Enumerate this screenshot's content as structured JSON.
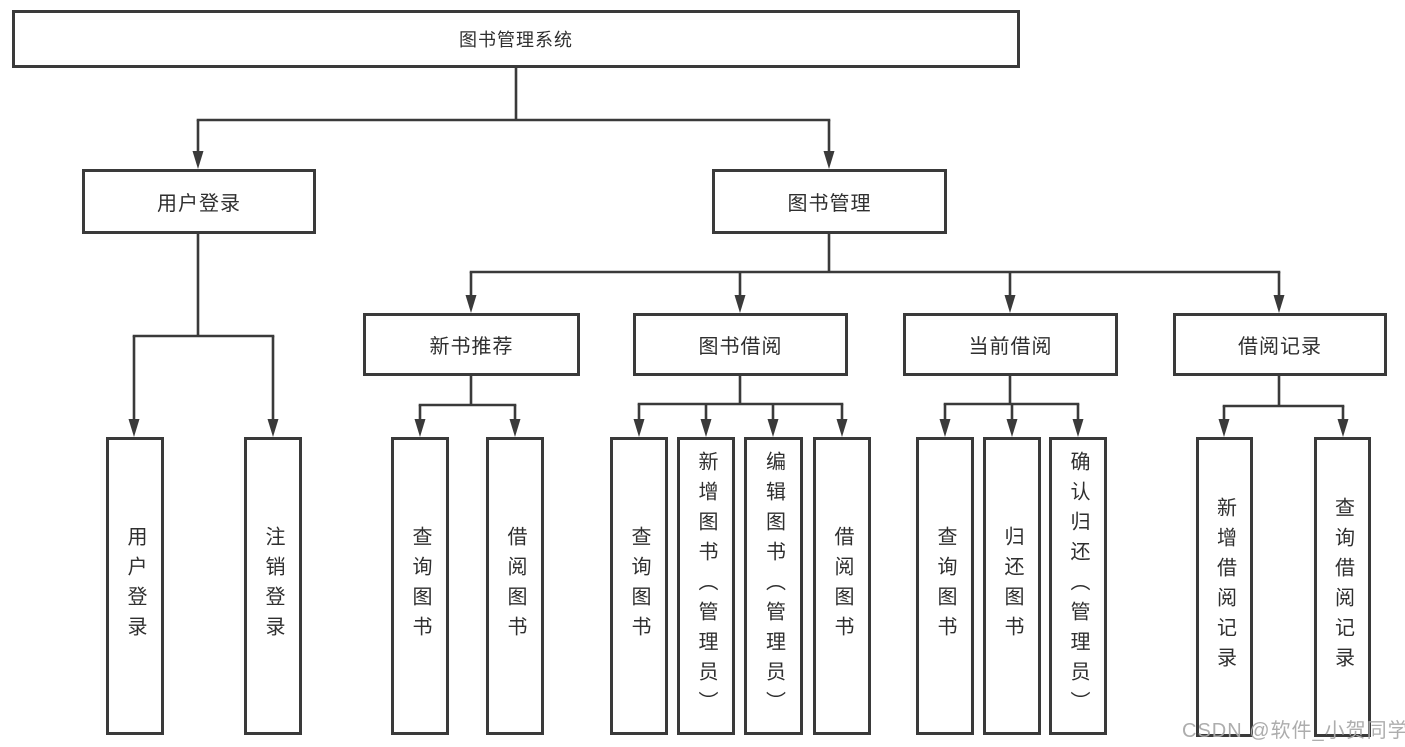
{
  "watermark": "CSDN @软件_小贺同学",
  "colors": {
    "line": "#3a3a3a",
    "box_border": "#3a3a3a",
    "box_fill": "#ffffff",
    "text": "#2f2f2f",
    "watermark": "#a9a9a9",
    "background": "#ffffff"
  },
  "tree": {
    "label": "图书管理系统",
    "children": [
      {
        "label": "用户登录",
        "children": [
          {
            "label": "用户登录"
          },
          {
            "label": "注销登录"
          }
        ]
      },
      {
        "label": "图书管理",
        "children": [
          {
            "label": "新书推荐",
            "children": [
              {
                "label": "查询图书"
              },
              {
                "label": "借阅图书"
              }
            ]
          },
          {
            "label": "图书借阅",
            "children": [
              {
                "label": "查询图书"
              },
              {
                "label": "新增图书（管理员）"
              },
              {
                "label": "编辑图书（管理员）"
              },
              {
                "label": "借阅图书"
              }
            ]
          },
          {
            "label": "当前借阅",
            "children": [
              {
                "label": "查询图书"
              },
              {
                "label": "归还图书"
              },
              {
                "label": "确认归还（管理员）"
              }
            ]
          },
          {
            "label": "借阅记录",
            "children": [
              {
                "label": "新增借阅记录"
              },
              {
                "label": "查询借阅记录"
              }
            ]
          }
        ]
      }
    ]
  }
}
